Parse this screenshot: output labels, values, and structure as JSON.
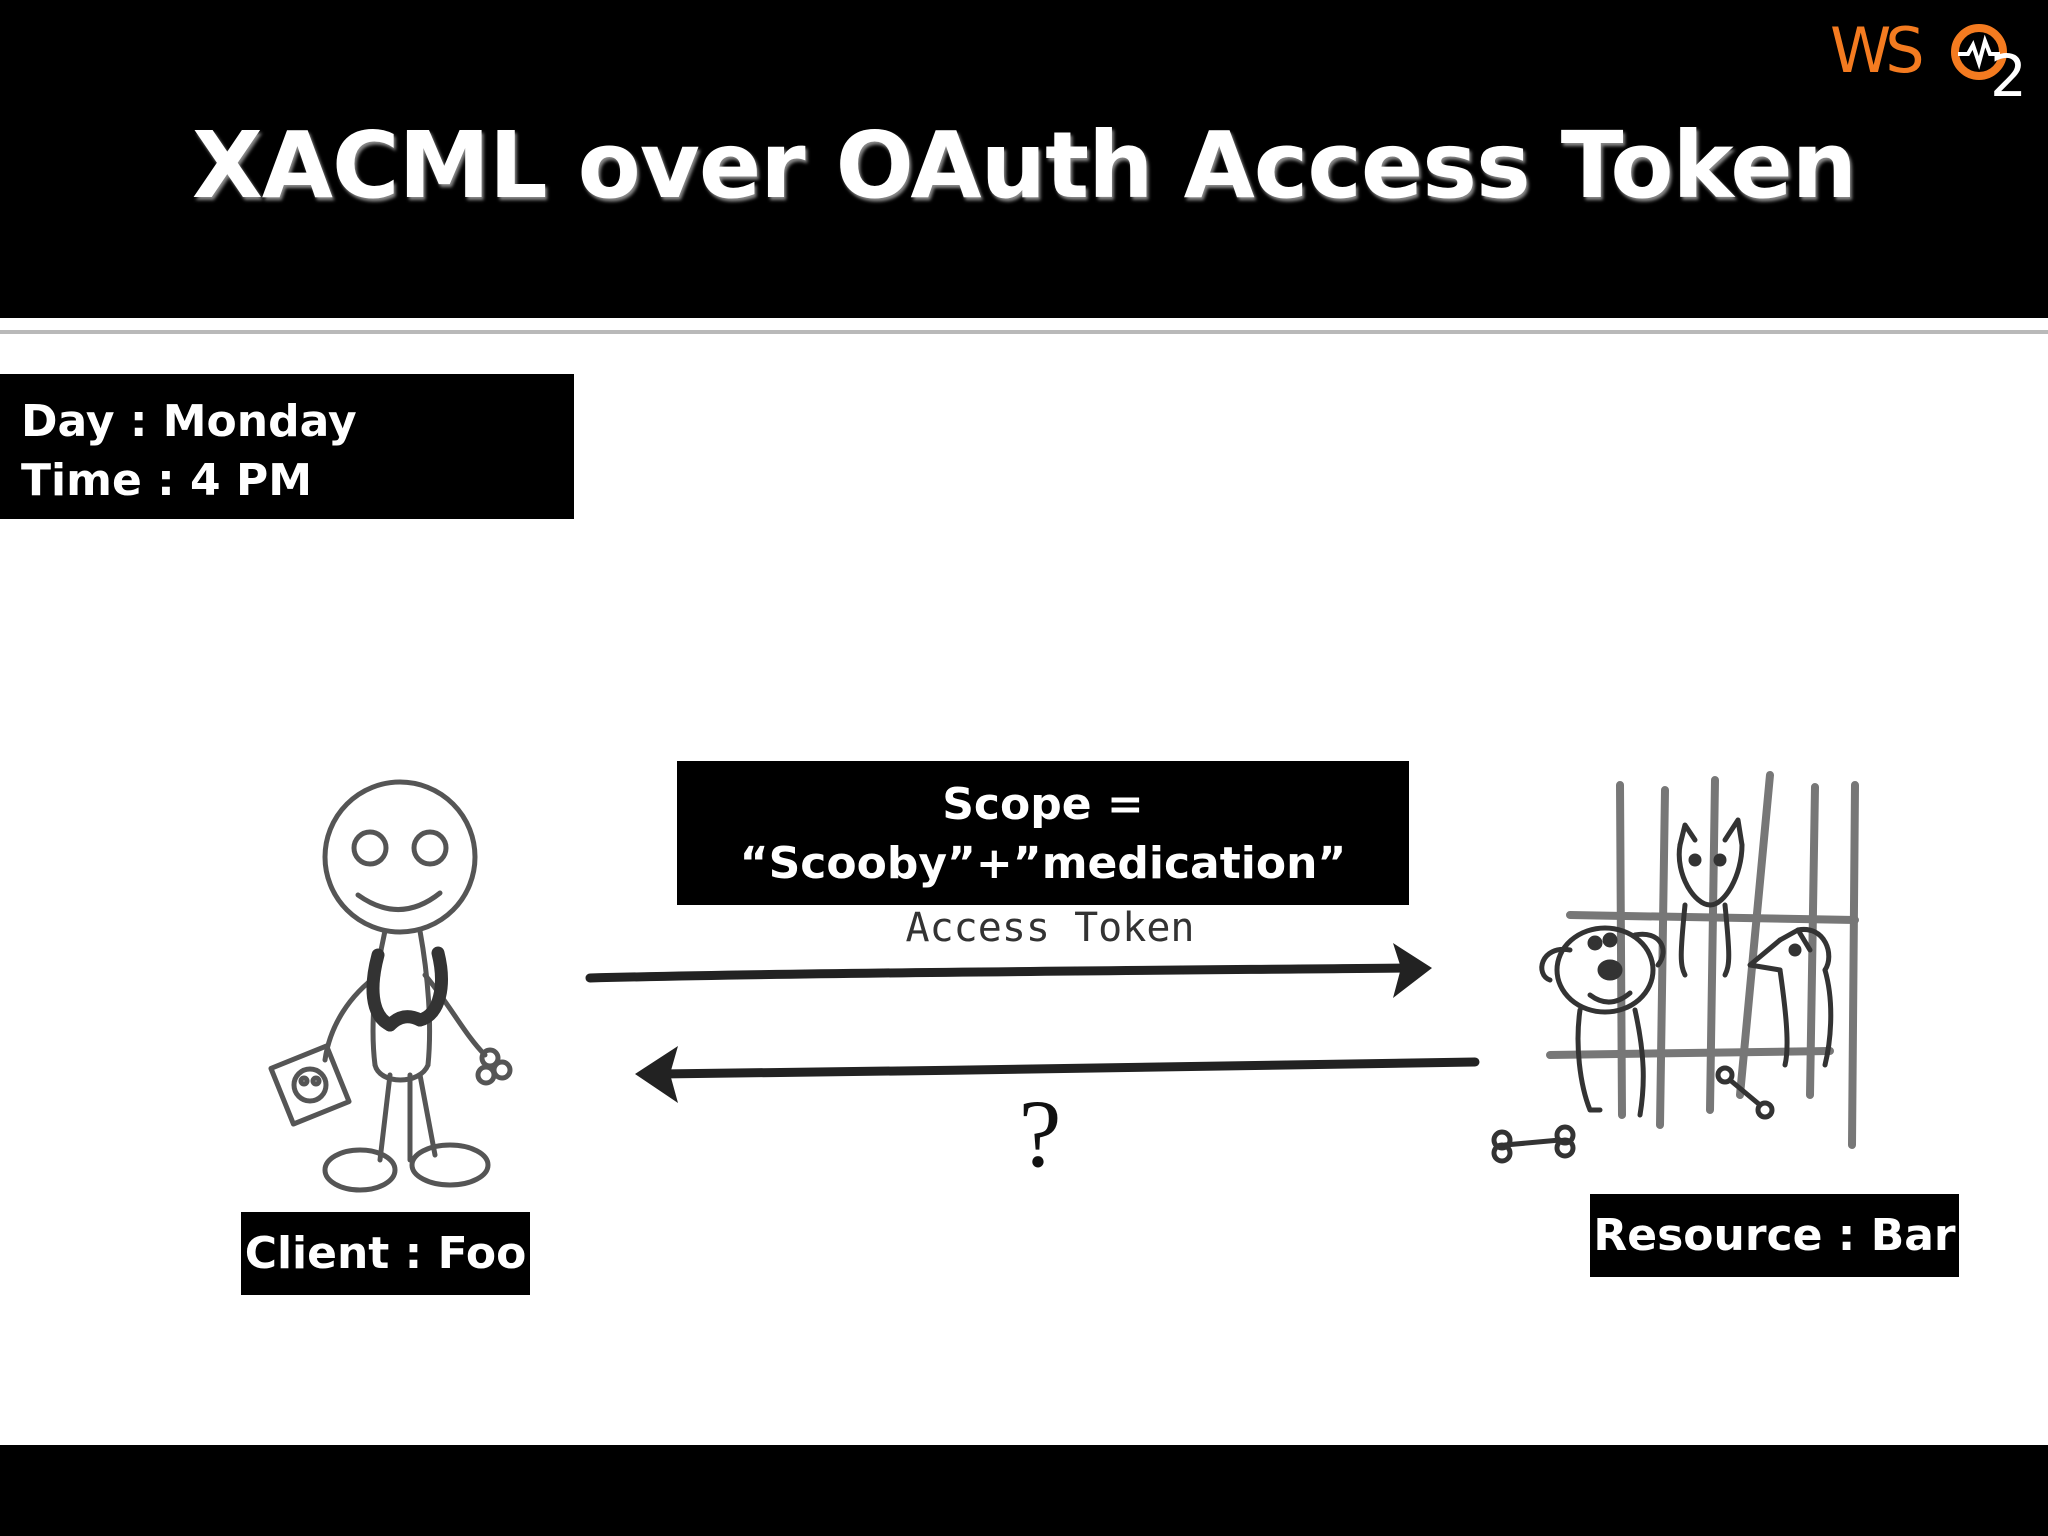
{
  "slide": {
    "title": "XACML over OAuth Access Token",
    "logo": {
      "text": "WS",
      "subscript": "2",
      "color": "#f47b20",
      "name": "wso2-logo"
    },
    "day_time": {
      "line1": "Day : Monday",
      "line2": "Time : 4 PM"
    },
    "scope": {
      "line1": "Scope =",
      "line2": "“Scooby”+”medication”"
    },
    "arrow_forward_label": "Access Token",
    "arrow_back_label": "?",
    "client_label": "Client : Foo",
    "resource_label": "Resource : Bar"
  }
}
